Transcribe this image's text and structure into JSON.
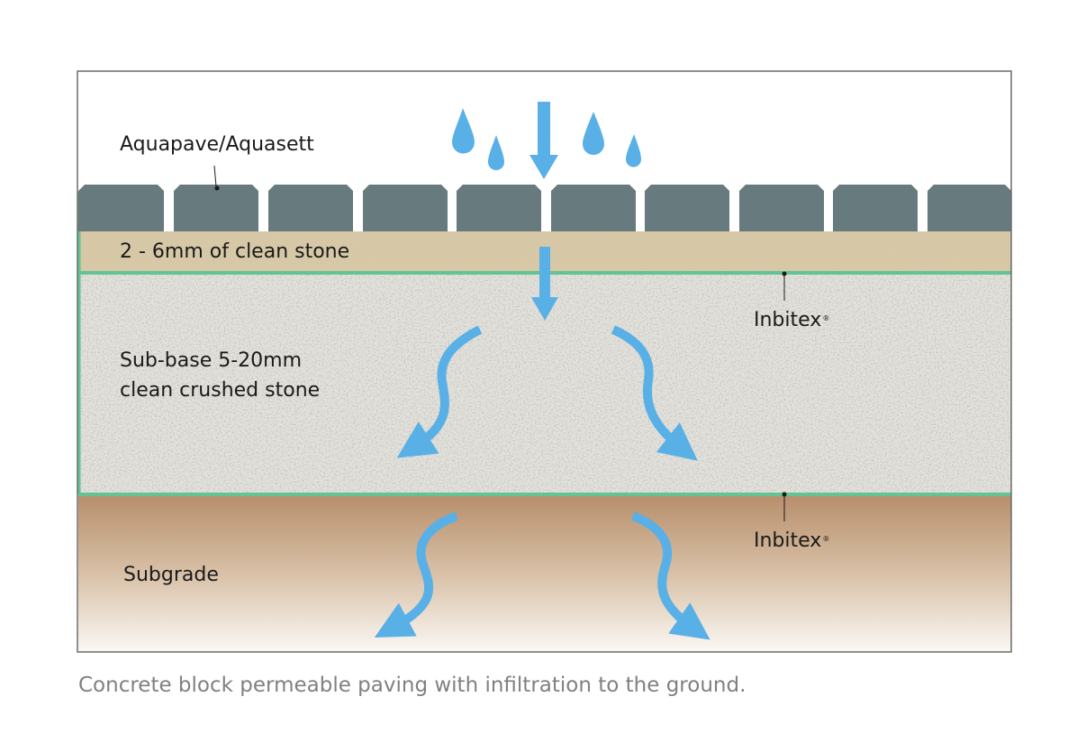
{
  "labels": {
    "paver": "Aquapave/Aquasett",
    "stone_layer": "2 - 6mm of clean stone",
    "subbase_line1": "Sub-base 5-20mm",
    "subbase_line2": "clean crushed stone",
    "membrane_upper": "Inbitex",
    "membrane_lower": "Inbitex",
    "registered_mark": "®",
    "subgrade": "Subgrade"
  },
  "caption": "Concrete block permeable paving with infiltration to the ground.",
  "colors": {
    "frame": "#6b6b6b",
    "paver_block": "#677a7d",
    "clean_stone": "#d8c9a6",
    "subbase": "#e3e2dc",
    "membrane": "#62c394",
    "subgrade_top": "#b78e6b",
    "subgrade_bottom": "#fbf8f4",
    "water": "#58b0e6",
    "caption_text": "#7f8180"
  }
}
